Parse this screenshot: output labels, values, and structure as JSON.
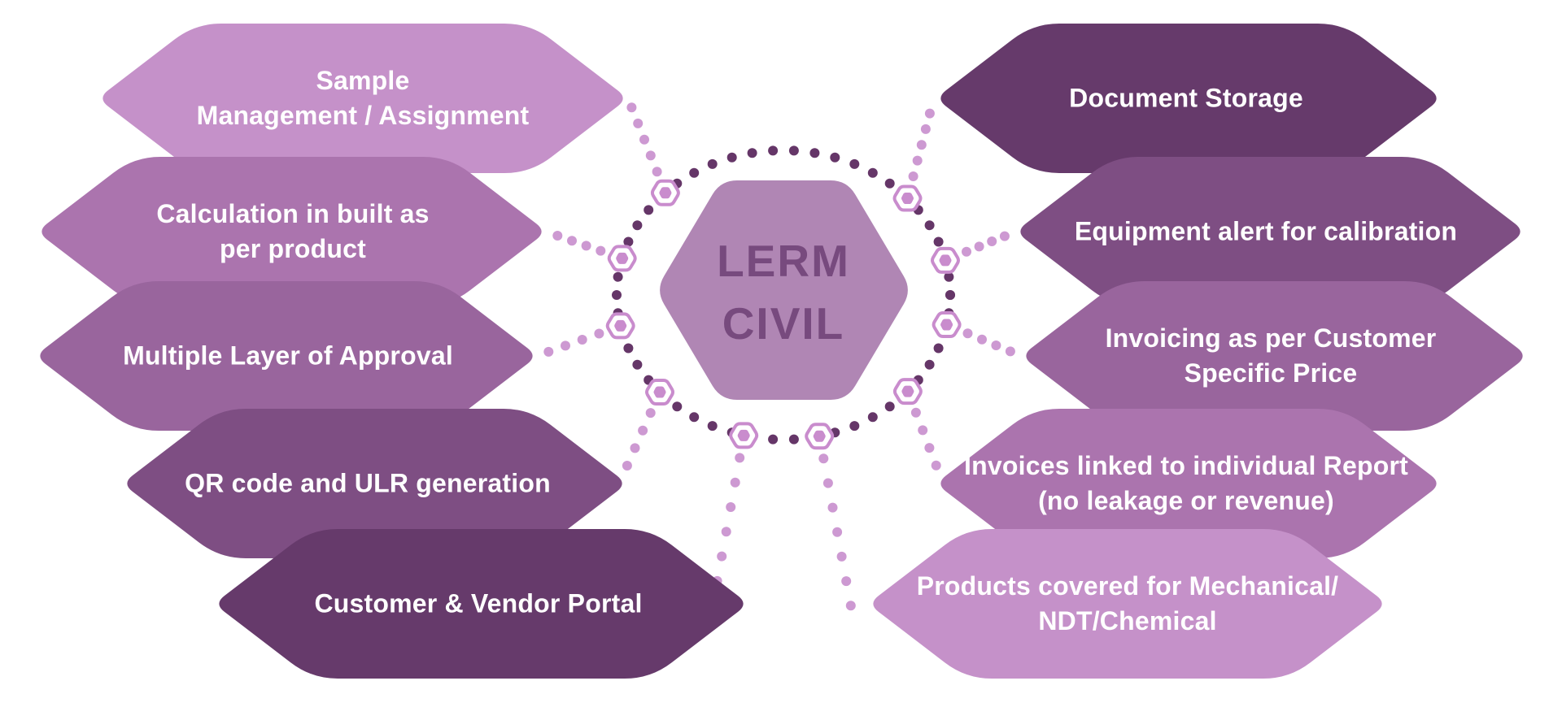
{
  "center": {
    "line1": "LERM",
    "line2": "CIVIL",
    "fill": "#b086b4",
    "text_color": "#774a7e"
  },
  "left_items": [
    {
      "lines": [
        "Sample",
        "Management / Assignment"
      ],
      "color": "#c591c9"
    },
    {
      "lines": [
        "Calculation in built as",
        "per product"
      ],
      "color": "#ab74ae"
    },
    {
      "lines": [
        "Multiple Layer of Approval"
      ],
      "color": "#99659d"
    },
    {
      "lines": [
        "QR code and ULR generation"
      ],
      "color": "#7e4e83"
    },
    {
      "lines": [
        "Customer & Vendor Portal"
      ],
      "color": "#663a6b"
    }
  ],
  "right_items": [
    {
      "lines": [
        "Document Storage"
      ],
      "color": "#663a6b"
    },
    {
      "lines": [
        "Equipment alert for calibration"
      ],
      "color": "#7e4e83"
    },
    {
      "lines": [
        "Invoicing as per Customer",
        "Specific Price"
      ],
      "color": "#99659d"
    },
    {
      "lines": [
        "Invoices linked to individual Report",
        "(no leakage or revenue)"
      ],
      "color": "#ab74ae"
    },
    {
      "lines": [
        "Products covered for Mechanical/",
        "NDT/Chemical"
      ],
      "color": "#c591c9"
    }
  ],
  "decor": {
    "ring_dot_color": "#653668",
    "ray_dot_color": "#cd99d2",
    "marker_stroke": "#c98ccd",
    "marker_inner": "#c98ccd",
    "marker_fill": "#ffffff"
  }
}
